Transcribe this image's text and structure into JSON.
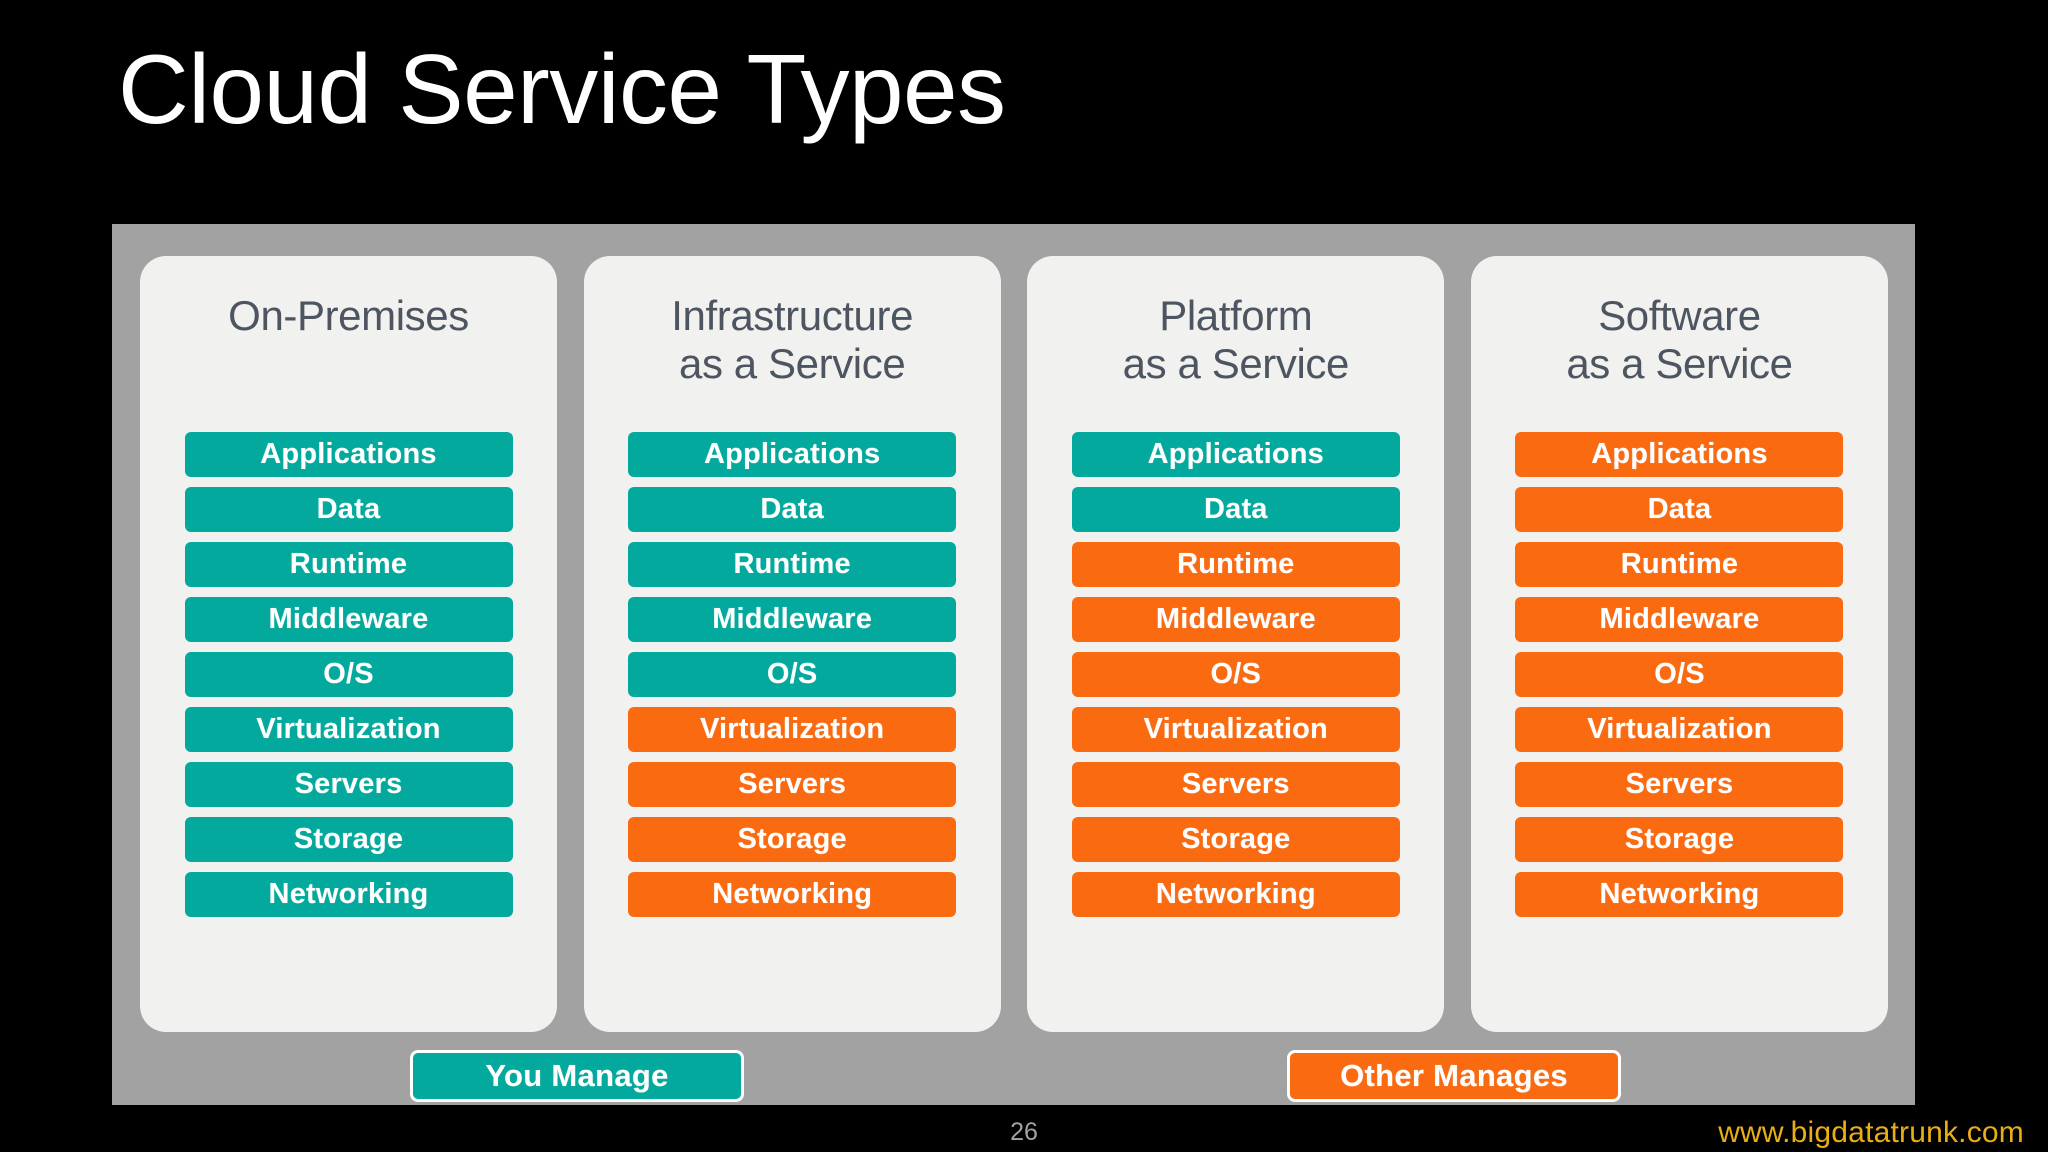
{
  "slide": {
    "title": "Cloud Service Types",
    "background_color": "#000000",
    "panel_color": "#a2a2a2",
    "card_color": "#f1f1f0"
  },
  "colors": {
    "teal": "#02a99c",
    "orange": "#f96a11",
    "title_text": "#ffffff",
    "card_title_text": "#4d5560",
    "url_text": "#e8ae16",
    "page_number_text": "#a3a3a3"
  },
  "layer_names": [
    "Applications",
    "Data",
    "Runtime",
    "Middleware",
    "O/S",
    "Virtualization",
    "Servers",
    "Storage",
    "Networking"
  ],
  "columns": [
    {
      "title_lines": [
        "On-Premises"
      ],
      "layers": [
        {
          "label": "Applications",
          "managed_by": "you"
        },
        {
          "label": "Data",
          "managed_by": "you"
        },
        {
          "label": "Runtime",
          "managed_by": "you"
        },
        {
          "label": "Middleware",
          "managed_by": "you"
        },
        {
          "label": "O/S",
          "managed_by": "you"
        },
        {
          "label": "Virtualization",
          "managed_by": "you"
        },
        {
          "label": "Servers",
          "managed_by": "you"
        },
        {
          "label": "Storage",
          "managed_by": "you"
        },
        {
          "label": "Networking",
          "managed_by": "you"
        }
      ]
    },
    {
      "title_lines": [
        "Infrastructure",
        "as a Service"
      ],
      "layers": [
        {
          "label": "Applications",
          "managed_by": "you"
        },
        {
          "label": "Data",
          "managed_by": "you"
        },
        {
          "label": "Runtime",
          "managed_by": "you"
        },
        {
          "label": "Middleware",
          "managed_by": "you"
        },
        {
          "label": "O/S",
          "managed_by": "you"
        },
        {
          "label": "Virtualization",
          "managed_by": "other"
        },
        {
          "label": "Servers",
          "managed_by": "other"
        },
        {
          "label": "Storage",
          "managed_by": "other"
        },
        {
          "label": "Networking",
          "managed_by": "other"
        }
      ]
    },
    {
      "title_lines": [
        "Platform",
        "as a Service"
      ],
      "layers": [
        {
          "label": "Applications",
          "managed_by": "you"
        },
        {
          "label": "Data",
          "managed_by": "you"
        },
        {
          "label": "Runtime",
          "managed_by": "other"
        },
        {
          "label": "Middleware",
          "managed_by": "other"
        },
        {
          "label": "O/S",
          "managed_by": "other"
        },
        {
          "label": "Virtualization",
          "managed_by": "other"
        },
        {
          "label": "Servers",
          "managed_by": "other"
        },
        {
          "label": "Storage",
          "managed_by": "other"
        },
        {
          "label": "Networking",
          "managed_by": "other"
        }
      ]
    },
    {
      "title_lines": [
        "Software",
        "as a Service"
      ],
      "layers": [
        {
          "label": "Applications",
          "managed_by": "other"
        },
        {
          "label": "Data",
          "managed_by": "other"
        },
        {
          "label": "Runtime",
          "managed_by": "other"
        },
        {
          "label": "Middleware",
          "managed_by": "other"
        },
        {
          "label": "O/S",
          "managed_by": "other"
        },
        {
          "label": "Virtualization",
          "managed_by": "other"
        },
        {
          "label": "Servers",
          "managed_by": "other"
        },
        {
          "label": "Storage",
          "managed_by": "other"
        },
        {
          "label": "Networking",
          "managed_by": "other"
        }
      ]
    }
  ],
  "legend": {
    "you_manage": "You Manage",
    "other_manages": "Other Manages"
  },
  "footer": {
    "page_number": "26",
    "website": "www.bigdatatrunk.com"
  }
}
